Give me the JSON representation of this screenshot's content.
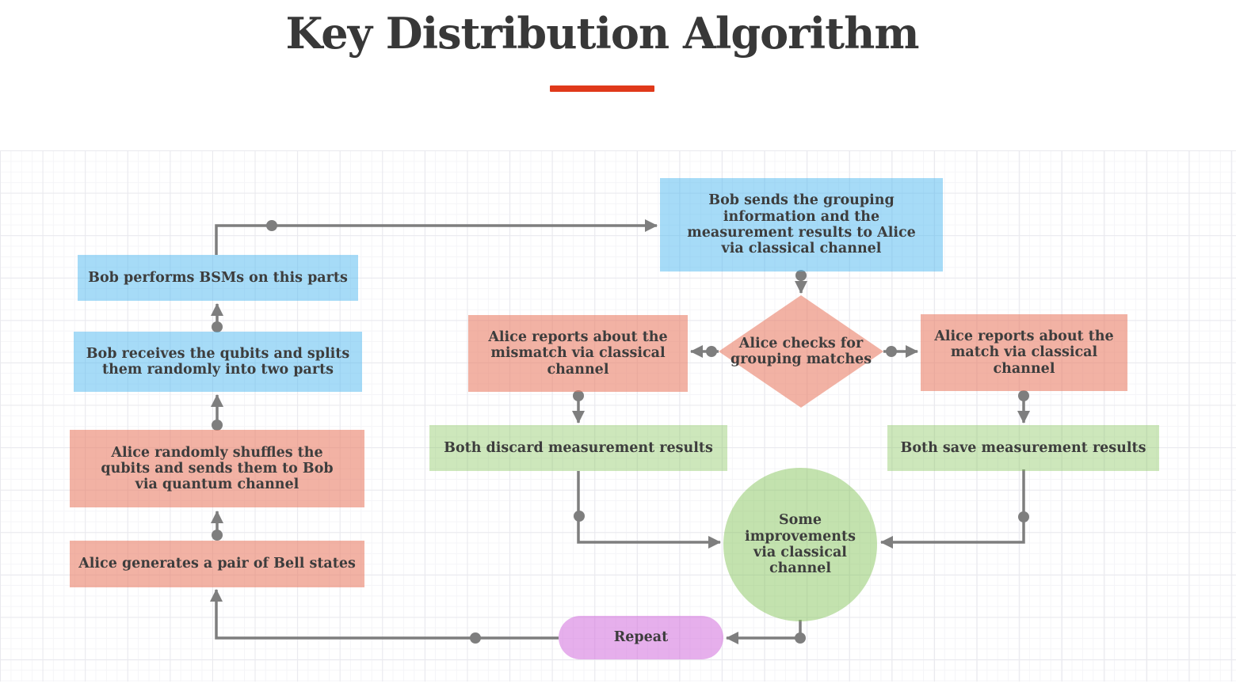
{
  "title": "Key Distribution Algorithm",
  "divider_color": "#e0391a",
  "palette": {
    "blue": "#a6d8f5",
    "pink": "#f2b2a4",
    "green_box": "#cde4bb",
    "green_circle": "#c3ddae",
    "purple": "#e6afec",
    "connector": "#7e7e7e",
    "text": "#3d3d3d",
    "title_text": "#383838"
  },
  "nodes": {
    "bob_performs": "Bob performs BSMs on this parts",
    "bob_receives": "Bob receives the qubits and splits them randomly into two parts",
    "alice_shuffles": "Alice randomly shuffles the qubits and sends them to Bob via quantum channel",
    "alice_generates": "Alice generates a pair of Bell states",
    "bob_sends": "Bob sends the grouping information and the measurement results to Alice via classical channel",
    "alice_checks": "Alice checks for grouping matches",
    "report_mismatch": "Alice reports about the mismatch via classical channel",
    "report_match": "Alice reports about the match via classical channel",
    "discard_results": "Both discard measurement results",
    "save_results": "Both save measurement results",
    "improvements": "Some improvements via classical channel",
    "repeat": "Repeat"
  }
}
